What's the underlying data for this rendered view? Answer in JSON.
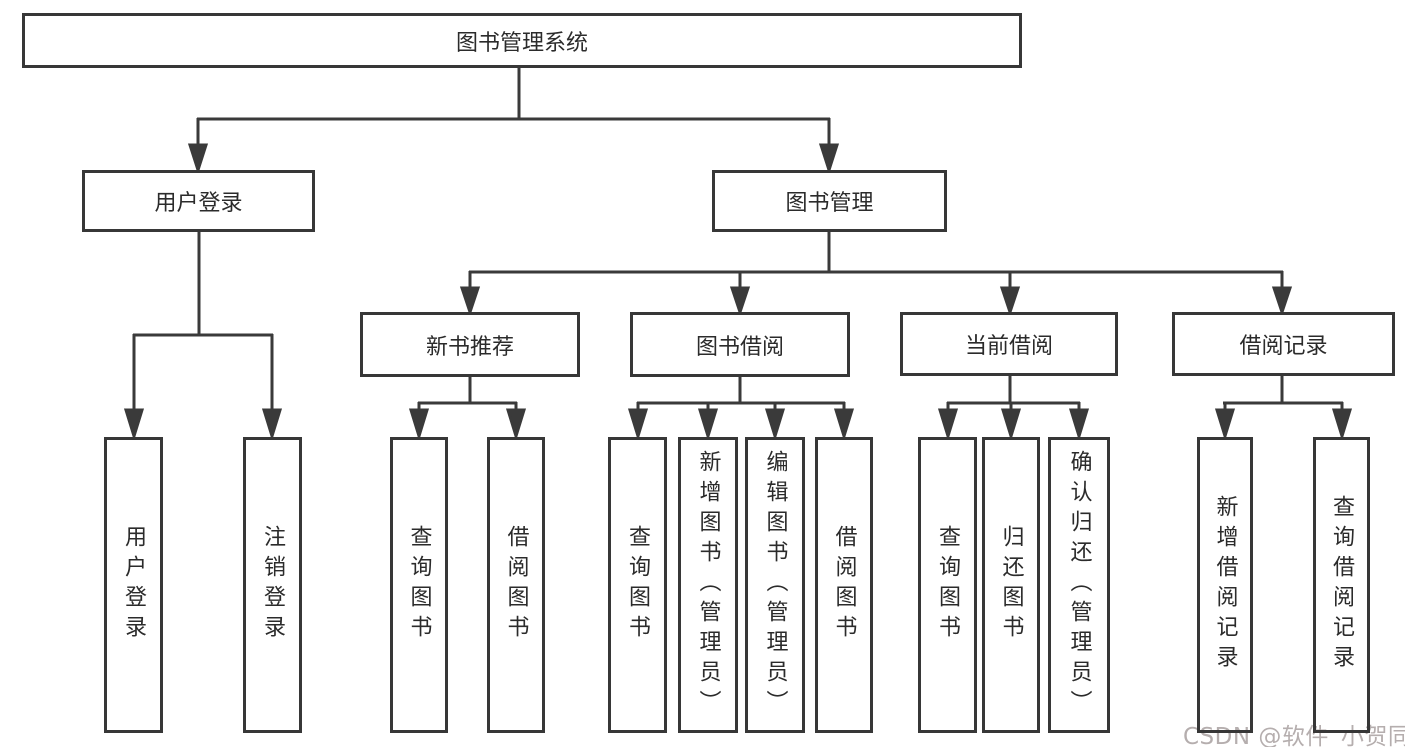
{
  "diagram_type": "hierarchy-tree",
  "tree": {
    "label": "图书管理系统",
    "children": [
      {
        "label": "用户登录",
        "children": [
          {
            "label": "用户登录"
          },
          {
            "label": "注销登录"
          }
        ]
      },
      {
        "label": "图书管理",
        "children": [
          {
            "label": "新书推荐",
            "children": [
              {
                "label": "查询图书"
              },
              {
                "label": "借阅图书"
              }
            ]
          },
          {
            "label": "图书借阅",
            "children": [
              {
                "label": "查询图书"
              },
              {
                "label": "新增图书（管理员）"
              },
              {
                "label": "编辑图书（管理员）"
              },
              {
                "label": "借阅图书"
              }
            ]
          },
          {
            "label": "当前借阅",
            "children": [
              {
                "label": "查询图书"
              },
              {
                "label": "归还图书"
              },
              {
                "label": "确认归还（管理员）"
              }
            ]
          },
          {
            "label": "借阅记录",
            "children": [
              {
                "label": "新增借阅记录"
              },
              {
                "label": "查询借阅记录"
              }
            ]
          }
        ]
      }
    ]
  },
  "watermark": "CSDN @软件_小贺同学",
  "colors": {
    "background": "#ffffff",
    "box_border": "#373737",
    "connector_line": "#3a3a3a",
    "text": "#2b2b2b",
    "watermark_text": "#b5aeae"
  }
}
